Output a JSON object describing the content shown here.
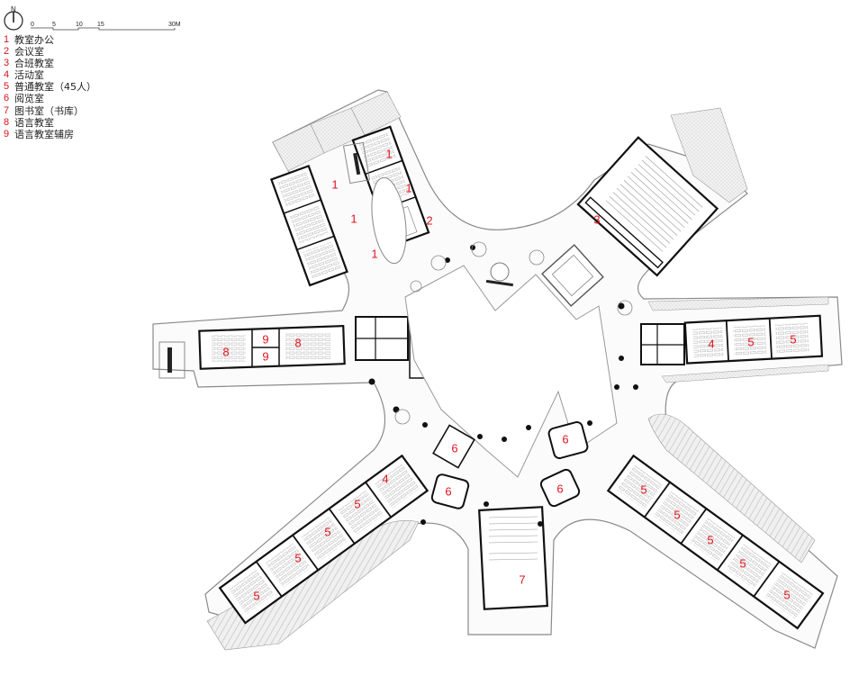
{
  "north_arrow": {
    "label": "N"
  },
  "scale_bar": {
    "ticks": [
      "0",
      "5",
      "10",
      "15",
      "30M"
    ]
  },
  "legend": {
    "items": [
      {
        "num": "1",
        "label": "教室办公"
      },
      {
        "num": "2",
        "label": "会议室"
      },
      {
        "num": "3",
        "label": "合班教室"
      },
      {
        "num": "4",
        "label": "活动室"
      },
      {
        "num": "5",
        "label": "普通教室（45人）"
      },
      {
        "num": "6",
        "label": "阅览室"
      },
      {
        "num": "7",
        "label": "图书室（书库）"
      },
      {
        "num": "8",
        "label": "语言教室"
      },
      {
        "num": "9",
        "label": "语言教室辅房"
      }
    ]
  },
  "colors": {
    "label_red": "#e0141e",
    "wall": "#111111",
    "line": "#9a9a9a",
    "hatch": "#d8d8d8"
  },
  "rooms": {
    "north_wing": [
      "1",
      "1",
      "1",
      "1",
      "1",
      "2"
    ],
    "northeast_wing": [
      "3"
    ],
    "west_wing": [
      "8",
      "9",
      "9",
      "8"
    ],
    "east_wing": [
      "4",
      "5",
      "5"
    ],
    "southwest_wing": [
      "4",
      "5",
      "5",
      "5",
      "5"
    ],
    "southeast_wing": [
      "5",
      "5",
      "5",
      "5",
      "5"
    ],
    "center": [
      "6",
      "6",
      "6",
      "6"
    ],
    "south_wing": [
      "7"
    ]
  }
}
